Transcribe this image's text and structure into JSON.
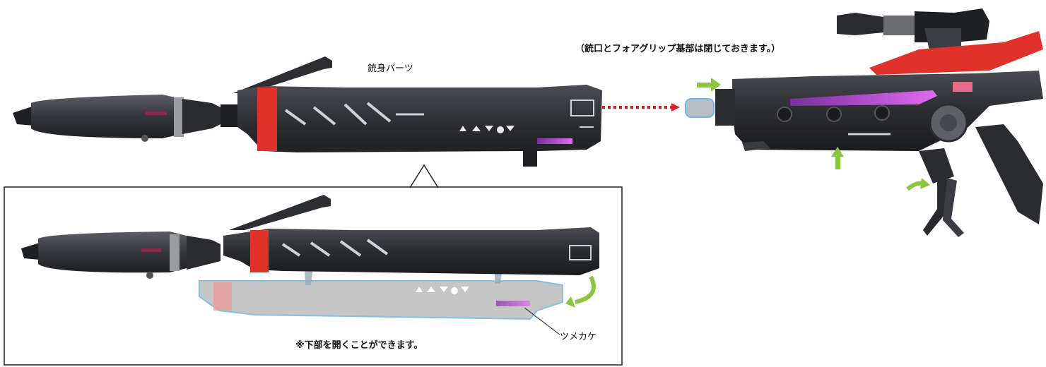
{
  "labels": {
    "barrel_parts": "銃身パーツ",
    "note_close": "（銃口とフォアグリップ基部は閉じておきます。）",
    "note_open_bottom": "※下部を開くことができます。",
    "claw_tab": "ツメカケ"
  },
  "colors": {
    "body_dark": "#2a2b2e",
    "body_mid": "#3b3d42",
    "accent_red": "#e0322b",
    "magenta_glow": "#c04bd8",
    "highlight_cyan": "#6fb6e0",
    "arrow_green": "#8cc63f",
    "dotted_red": "#d9232a",
    "ghost_gray": "#b8b8b8"
  },
  "icons": [
    "rifle-barrel-assembled",
    "rifle-barrel-open",
    "rifle-full",
    "green-arrow",
    "red-dotted-arrow"
  ]
}
